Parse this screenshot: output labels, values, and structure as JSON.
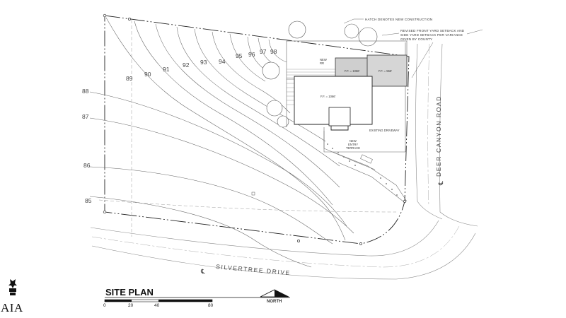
{
  "title": "SITE PLAN",
  "north_label": "NORTH",
  "scale_bar": [
    "0",
    "20",
    "40",
    "80"
  ],
  "logo_text": "AIA",
  "notes": {
    "hatch": "HATCH DENOTES NEW CONSTRUCTION",
    "setback_1": "REVISED FRONT YARD SETBACK AND",
    "setback_2": "SIDE YARD SETBACK PER VARIANCE",
    "setback_3": "GIVEN BY COUNTY"
  },
  "labels": {
    "ff_main": "F.F. = 1066'",
    "ff_a": "F.F. = 1066'",
    "ff_b": "F.F. = 556'",
    "existing_driveway": "EXISTING DRIVEWAY",
    "entry_1": "NEW",
    "entry_2": "ENTRY",
    "entry_3": "TERRACE",
    "new_small_1": "NEW",
    "new_small_2": "RR"
  },
  "roads": {
    "silvertree": "SILVERTREE DRIVE",
    "deer_canyon": "DEER CANYON ROAD",
    "centerline": "℄"
  },
  "contours": [
    "85",
    "86",
    "87",
    "88",
    "89",
    "90",
    "91",
    "92",
    "93",
    "94",
    "95",
    "96",
    "97",
    "98"
  ]
}
